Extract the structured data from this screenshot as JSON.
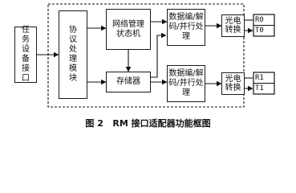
{
  "blocks": {
    "task_interface": "任务设备接口",
    "protocol_module": "协议处理模块",
    "network_sm": "网络管理状态机",
    "storage": "存储器",
    "codec_top": "数据编/解码/并行处理",
    "codec_bottom": "数据编/解码/并行处理",
    "optical_top": "光电转换",
    "optical_bottom": "光电转换"
  },
  "ports": {
    "r0": "R0",
    "t0": "T0",
    "r1": "R1",
    "t1": "T1"
  },
  "caption": "图 2   RM 接口适配器功能框图"
}
